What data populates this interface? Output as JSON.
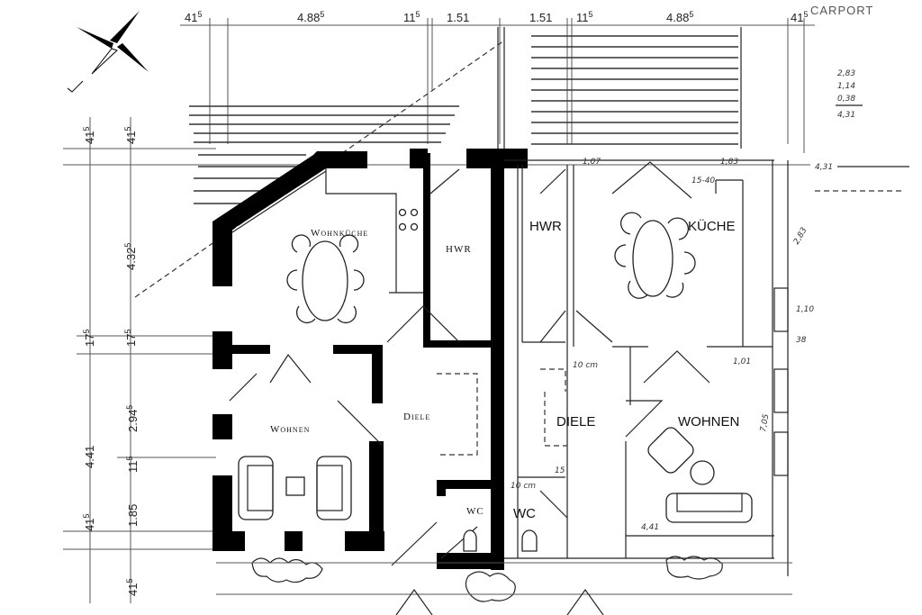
{
  "plan": {
    "top_dimensions": [
      "41",
      "4.88",
      "11",
      "1.51",
      "1.51",
      "11",
      "4.88",
      "41"
    ],
    "top_dimension_superscripts": [
      "5",
      "5",
      "5",
      "",
      "",
      "5",
      "5",
      "5"
    ],
    "carport_label": "CARPORT",
    "right_notes": [
      "2,83",
      "1,14",
      "0,38",
      "4,31"
    ],
    "right_note_total": "4,31",
    "left_dimensions": {
      "outer": [
        {
          "main": "41",
          "sup": "5"
        },
        {
          "main": "17",
          "sup": "5"
        },
        {
          "main": "4.41",
          "sup": ""
        },
        {
          "main": "41",
          "sup": "5"
        }
      ],
      "inner": [
        {
          "main": "41",
          "sup": "5"
        },
        {
          "main": "4.32",
          "sup": "5"
        },
        {
          "main": "17",
          "sup": "5"
        },
        {
          "main": "2.94",
          "sup": "5"
        },
        {
          "main": "11",
          "sup": "5"
        },
        {
          "main": "1.85",
          "sup": ""
        },
        {
          "main": "41",
          "sup": "5"
        }
      ]
    },
    "left_unit_rooms": {
      "kitchen": "Wohnküche",
      "utility": "HWR",
      "living": "Wohnen",
      "hall": "Diele",
      "wc": "WC"
    },
    "right_unit_rooms": {
      "utility": "HWR",
      "kitchen": "KÜCHE",
      "hall": "DIELE",
      "living": "WOHNEN",
      "wc": "WC"
    },
    "right_unit_annotations": {
      "d1": "1,07",
      "d2": "1,83",
      "d3": "15-40",
      "d4": "2,83",
      "d5": "1,10",
      "d6": "38",
      "d7": "1,01",
      "d8": "7,05",
      "d9": "10 cm",
      "d10": "10 cm",
      "d11": "15",
      "d12": "4,41"
    }
  }
}
